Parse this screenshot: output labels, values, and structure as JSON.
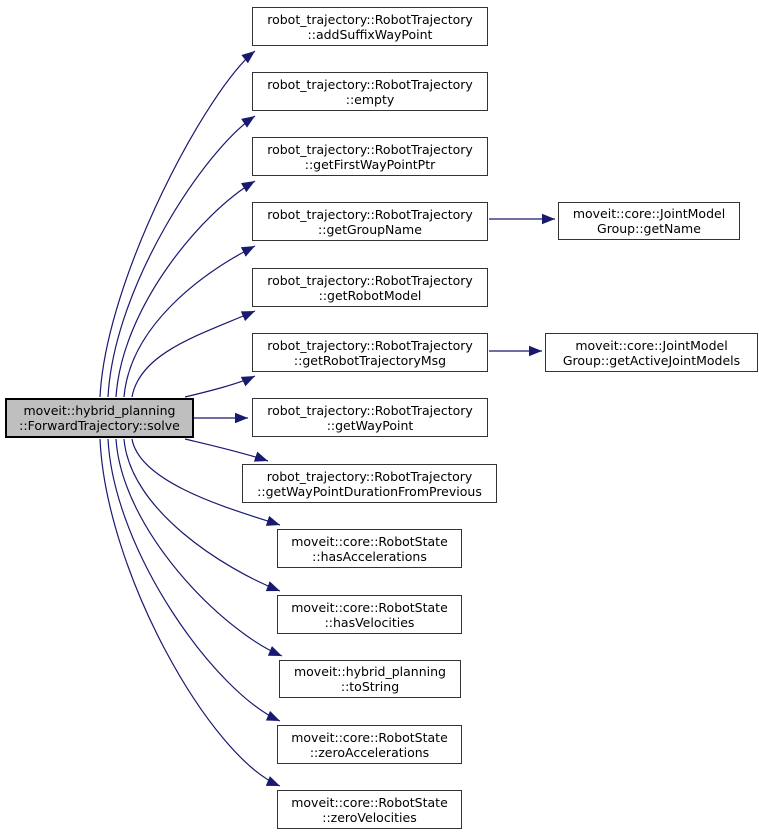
{
  "colors": {
    "edge": "#191970",
    "node_border": "#333333",
    "node_fill": "#ffffff",
    "focus_fill": "#bfbfbf",
    "focus_border": "#000000",
    "bg": "#ffffff"
  },
  "nodes": {
    "solve": {
      "line1": "moveit::hybrid_planning",
      "line2": "::ForwardTrajectory::solve"
    },
    "addSuffixWayPoint": {
      "line1": "robot_trajectory::RobotTrajectory",
      "line2": "::addSuffixWayPoint"
    },
    "empty": {
      "line1": "robot_trajectory::RobotTrajectory",
      "line2": "::empty"
    },
    "getFirstWayPointPtr": {
      "line1": "robot_trajectory::RobotTrajectory",
      "line2": "::getFirstWayPointPtr"
    },
    "getGroupName": {
      "line1": "robot_trajectory::RobotTrajectory",
      "line2": "::getGroupName"
    },
    "getRobotModel": {
      "line1": "robot_trajectory::RobotTrajectory",
      "line2": "::getRobotModel"
    },
    "getRobotTrajectoryMsg": {
      "line1": "robot_trajectory::RobotTrajectory",
      "line2": "::getRobotTrajectoryMsg"
    },
    "getWayPoint": {
      "line1": "robot_trajectory::RobotTrajectory",
      "line2": "::getWayPoint"
    },
    "getWayPointDuration": {
      "line1": "robot_trajectory::RobotTrajectory",
      "line2": "::getWayPointDurationFromPrevious"
    },
    "hasAccelerations": {
      "line1": "moveit::core::RobotState",
      "line2": "::hasAccelerations"
    },
    "hasVelocities": {
      "line1": "moveit::core::RobotState",
      "line2": "::hasVelocities"
    },
    "toString": {
      "line1": "moveit::hybrid_planning",
      "line2": "::toString"
    },
    "zeroAccelerations": {
      "line1": "moveit::core::RobotState",
      "line2": "::zeroAccelerations"
    },
    "zeroVelocities": {
      "line1": "moveit::core::RobotState",
      "line2": "::zeroVelocities"
    },
    "jmgGetName": {
      "line1": "moveit::core::JointModel",
      "line2": "Group::getName"
    },
    "jmgGetActiveJointModels": {
      "line1": "moveit::core::JointModel",
      "line2": "Group::getActiveJointModels"
    }
  }
}
